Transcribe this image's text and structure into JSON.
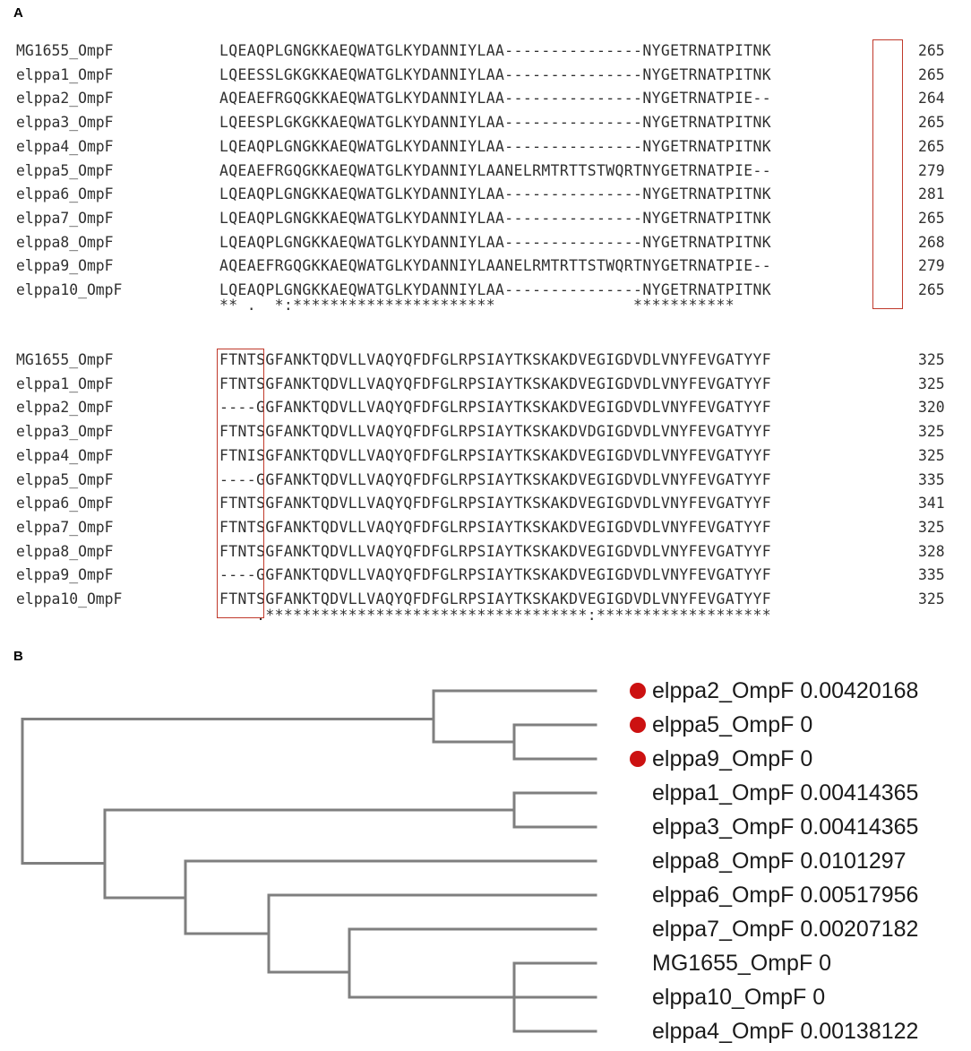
{
  "panels": {
    "a_label": "A",
    "b_label": "B"
  },
  "alignment": {
    "block1": {
      "rows": [
        {
          "name": "MG1655_OmpF",
          "seq": "LQEAQPLGNGKKAEQWATGLKYDANNIYLAA---------------NYGETRNATPITNK",
          "pos": "265"
        },
        {
          "name": "elppa1_OmpF",
          "seq": "LQEESSLGKGKKAEQWATGLKYDANNIYLAA---------------NYGETRNATPITNK",
          "pos": "265"
        },
        {
          "name": "elppa2_OmpF",
          "seq": "AQEAEFRGQGKKAEQWATGLKYDANNIYLAA---------------NYGETRNATPIE--",
          "pos": "264"
        },
        {
          "name": "elppa3_OmpF",
          "seq": "LQEESPLGKGKKAEQWATGLKYDANNIYLAA---------------NYGETRNATPITNK",
          "pos": "265"
        },
        {
          "name": "elppa4_OmpF",
          "seq": "LQEAQPLGNGKKAEQWATGLKYDANNIYLAA---------------NYGETRNATPITNK",
          "pos": "265"
        },
        {
          "name": "elppa5_OmpF",
          "seq": "AQEAEFRGQGKKAEQWATGLKYDANNIYLAANELRMTRTTSTWQRTNYGETRNATPIE--",
          "pos": "279"
        },
        {
          "name": "elppa6_OmpF",
          "seq": "LQEAQPLGNGKKAEQWATGLKYDANNIYLAA---------------NYGETRNATPITNK",
          "pos": "281"
        },
        {
          "name": "elppa7_OmpF",
          "seq": "LQEAQPLGNGKKAEQWATGLKYDANNIYLAA---------------NYGETRNATPITNK",
          "pos": "265"
        },
        {
          "name": "elppa8_OmpF",
          "seq": "LQEAQPLGNGKKAEQWATGLKYDANNIYLAA---------------NYGETRNATPITNK",
          "pos": "268"
        },
        {
          "name": "elppa9_OmpF",
          "seq": "AQEAEFRGQGKKAEQWATGLKYDANNIYLAANELRMTRTTSTWQRTNYGETRNATPIE--",
          "pos": "279"
        },
        {
          "name": "elppa10_OmpF",
          "seq": "LQEAQPLGNGKKAEQWATGLKYDANNIYLAA---------------NYGETRNATPITNK",
          "pos": "265"
        }
      ],
      "consensus": "** .  *:**********************               ***********"
    },
    "block2": {
      "rows": [
        {
          "name": "MG1655_OmpF",
          "seq": "FTNTSGFANKTQDVLLVAQYQFDFGLRPSIAYTKSKAKDVEGIGDVDLVNYFEVGATYYF",
          "pos": "325"
        },
        {
          "name": "elppa1_OmpF",
          "seq": "FTNTSGFANKTQDVLLVAQYQFDFGLRPSIAYTKSKAKDVEGIGDVDLVNYFEVGATYYF",
          "pos": "325"
        },
        {
          "name": "elppa2_OmpF",
          "seq": "----GGFANKTQDVLLVAQYQFDFGLRPSIAYTKSKAKDVEGIGDVDLVNYFEVGATYYF",
          "pos": "320"
        },
        {
          "name": "elppa3_OmpF",
          "seq": "FTNTSGFANKTQDVLLVAQYQFDFGLRPSIAYTKSKAKDVDGIGDVDLVNYFEVGATYYF",
          "pos": "325"
        },
        {
          "name": "elppa4_OmpF",
          "seq": "FTNISGFANKTQDVLLVAQYQFDFGLRPSIAYTKSKAKDVEGIGDVDLVNYFEVGATYYF",
          "pos": "325"
        },
        {
          "name": "elppa5_OmpF",
          "seq": "----GGFANKTQDVLLVAQYQFDFGLRPSIAYTKSKAKDVEGIGDVDLVNYFEVGATYYF",
          "pos": "335"
        },
        {
          "name": "elppa6_OmpF",
          "seq": "FTNTSGFANKTQDVLLVAQYQFDFGLRPSIAYTKSKAKDVEGIGDVDLVNYFEVGATYYF",
          "pos": "341"
        },
        {
          "name": "elppa7_OmpF",
          "seq": "FTNTSGFANKTQDVLLVAQYQFDFGLRPSIAYTKSKAKDVEGIGDVDLVNYFEVGATYYF",
          "pos": "325"
        },
        {
          "name": "elppa8_OmpF",
          "seq": "FTNTSGFANKTQDVLLVAQYQFDFGLRPSIAYTKSKAKDVEGIGDVDLVNYFEVGATYYF",
          "pos": "328"
        },
        {
          "name": "elppa9_OmpF",
          "seq": "----GGFANKTQDVLLVAQYQFDFGLRPSIAYTKSKAKDVEGIGDVDLVNYFEVGATYYF",
          "pos": "335"
        },
        {
          "name": "elppa10_OmpF",
          "seq": "FTNTSGFANKTQDVLLVAQYQFDFGLRPSIAYTKSKAKDVEGIGDVDLVNYFEVGATYYF",
          "pos": "325"
        }
      ],
      "consensus": "    .***********************************:*******************"
    },
    "highlight_color": "#c0392b"
  },
  "tree": {
    "leaves": [
      {
        "label": "elppa2_OmpF 0.00420168",
        "marked": true
      },
      {
        "label": "elppa5_OmpF 0",
        "marked": true
      },
      {
        "label": "elppa9_OmpF 0",
        "marked": true
      },
      {
        "label": "elppa1_OmpF 0.00414365",
        "marked": false
      },
      {
        "label": "elppa3_OmpF 0.00414365",
        "marked": false
      },
      {
        "label": "elppa8_OmpF 0.0101297",
        "marked": false
      },
      {
        "label": "elppa6_OmpF 0.00517956",
        "marked": false
      },
      {
        "label": "elppa7_OmpF 0.00207182",
        "marked": false
      },
      {
        "label": "MG1655_OmpF 0",
        "marked": false
      },
      {
        "label": "elppa10_OmpF 0",
        "marked": false
      },
      {
        "label": "elppa4_OmpF 0.00138122",
        "marked": false
      }
    ],
    "marker_color": "#cc1111",
    "branch_color": "#7f7f7f"
  }
}
